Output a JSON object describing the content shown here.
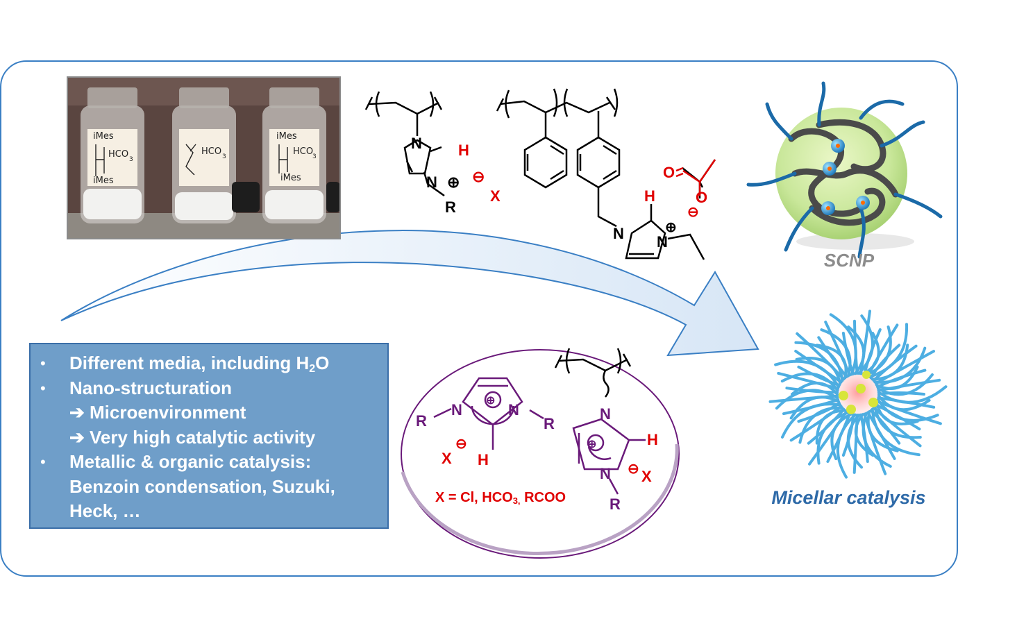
{
  "info_box": {
    "item1_text": "Different media, including H",
    "item1_sub": "2",
    "item1_tail": "O",
    "item2": "Nano-structuration",
    "item2_sub1": "➔ Microenvironment",
    "item2_sub2": "➔ Very high catalytic  activity",
    "item3_line1": "Metallic & organic catalysis:",
    "item3_line2": "Benzoin condensation, Suzuki,",
    "item3_line3": "Heck, …",
    "bullet": "•"
  },
  "labels": {
    "scnp": "SCNP",
    "micellar": "Micellar catalysis"
  },
  "formula": {
    "prefix": "X = Cl, HCO",
    "sub": "3,",
    "suffix": " RCOO"
  },
  "vial_labels": {
    "v1_top": "iMes",
    "v1_mid": "HCO",
    "v1_sub": "3",
    "v1_bottom": "iMes",
    "v2_mid": "HCO",
    "v2_sub": "3",
    "v3_top": "iMes",
    "v3_mid": "HCO",
    "v3_sub": "3",
    "v3_bottom": "iMes"
  },
  "chem_atoms": {
    "N": "N",
    "H": "H",
    "R": "R",
    "X": "X",
    "O": "O",
    "plus": "⊕",
    "minus": "⊖"
  },
  "colors": {
    "frame": "#3a7fc4",
    "box_fill": "#6f9ec9",
    "red": "#e00000",
    "purple": "#6a1a7a",
    "arrow": "#e3eef9"
  }
}
